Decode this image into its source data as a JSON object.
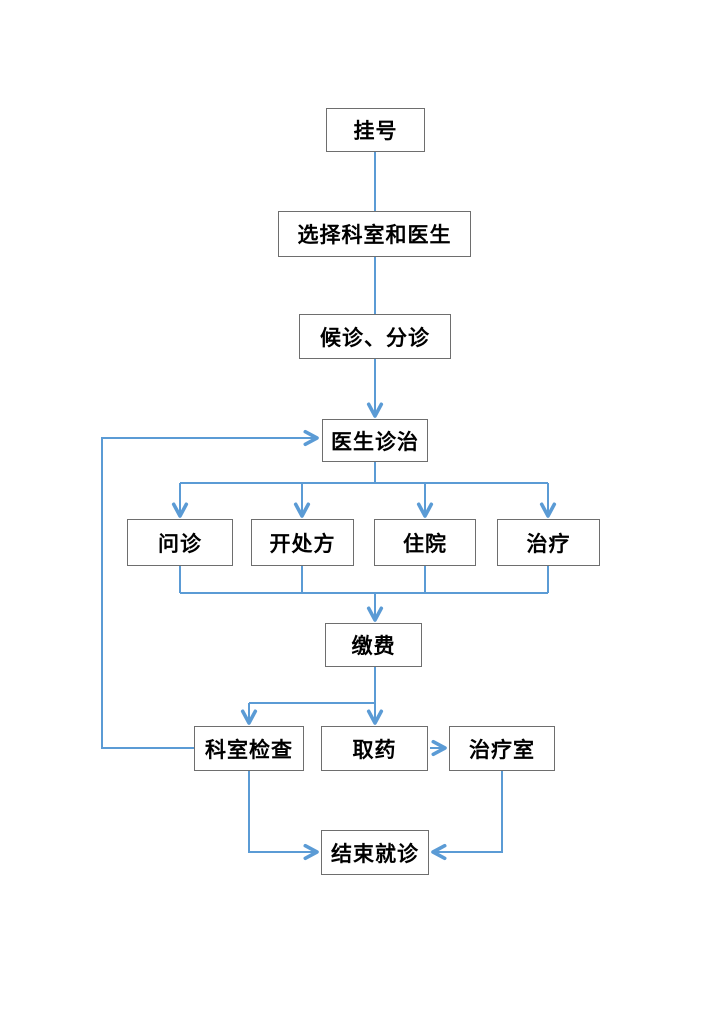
{
  "diagram_type": "flowchart",
  "colors": {
    "connector": "#5B9BD5",
    "box_border": "#6e6e6e",
    "box_fill": "#FFFFFF",
    "text": "#000000",
    "background": "#FFFFFF"
  },
  "nodes": [
    {
      "id": "register",
      "label": "挂号"
    },
    {
      "id": "select-dept-doctor",
      "label": "选择科室和医生"
    },
    {
      "id": "wait-triage",
      "label": "候诊、分诊"
    },
    {
      "id": "doctor-diagnosis",
      "label": "医生诊治"
    },
    {
      "id": "inquiry",
      "label": "问诊"
    },
    {
      "id": "prescription",
      "label": "开处方"
    },
    {
      "id": "hospitalization",
      "label": "住院"
    },
    {
      "id": "treatment",
      "label": "治疗"
    },
    {
      "id": "payment",
      "label": "缴费"
    },
    {
      "id": "dept-examination",
      "label": "科室检查"
    },
    {
      "id": "get-medicine",
      "label": "取药"
    },
    {
      "id": "treatment-room",
      "label": "治疗室"
    },
    {
      "id": "end-visit",
      "label": "结束就诊"
    }
  ],
  "edges": [
    {
      "from": "register",
      "to": "select-dept-doctor",
      "arrow": false
    },
    {
      "from": "select-dept-doctor",
      "to": "wait-triage",
      "arrow": false
    },
    {
      "from": "wait-triage",
      "to": "doctor-diagnosis",
      "arrow": true
    },
    {
      "from": "doctor-diagnosis",
      "to": "inquiry",
      "arrow": true
    },
    {
      "from": "doctor-diagnosis",
      "to": "prescription",
      "arrow": true
    },
    {
      "from": "doctor-diagnosis",
      "to": "hospitalization",
      "arrow": true
    },
    {
      "from": "doctor-diagnosis",
      "to": "treatment",
      "arrow": true
    },
    {
      "from": "inquiry",
      "to": "payment",
      "arrow": true
    },
    {
      "from": "prescription",
      "to": "payment",
      "arrow": true
    },
    {
      "from": "hospitalization",
      "to": "payment",
      "arrow": true
    },
    {
      "from": "treatment",
      "to": "payment",
      "arrow": true
    },
    {
      "from": "payment",
      "to": "dept-examination",
      "arrow": true
    },
    {
      "from": "payment",
      "to": "get-medicine",
      "arrow": true
    },
    {
      "from": "get-medicine",
      "to": "treatment-room",
      "arrow": true
    },
    {
      "from": "dept-examination",
      "to": "end-visit",
      "arrow": true
    },
    {
      "from": "treatment-room",
      "to": "end-visit",
      "arrow": true
    },
    {
      "from": "dept-examination",
      "to": "doctor-diagnosis",
      "arrow": true
    }
  ]
}
